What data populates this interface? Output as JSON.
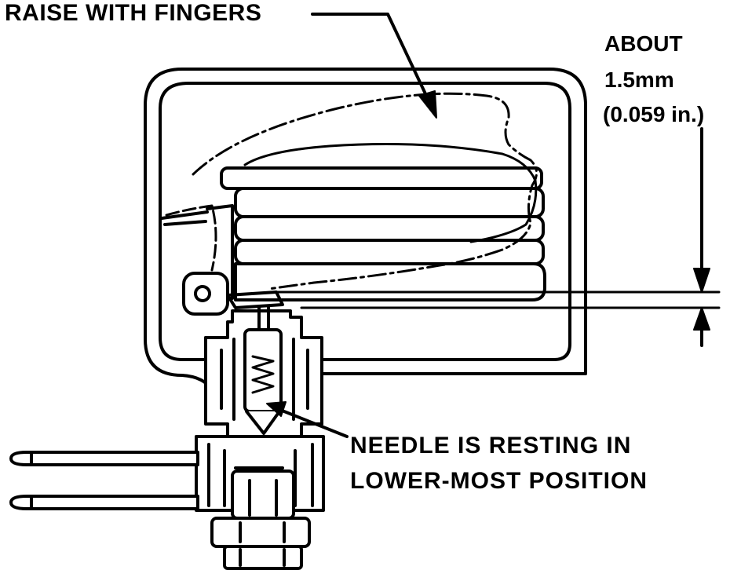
{
  "labels": {
    "raise_with_fingers": "RAISE WITH FINGERS",
    "about_line1": "ABOUT",
    "about_line2": "1.5mm",
    "about_line3": "(0.059 in.)",
    "needle_line1": "NEEDLE IS RESTING IN",
    "needle_line2": "LOWER-MOST POSITION"
  },
  "colors": {
    "ink": "#000000",
    "paper": "#ffffff"
  }
}
